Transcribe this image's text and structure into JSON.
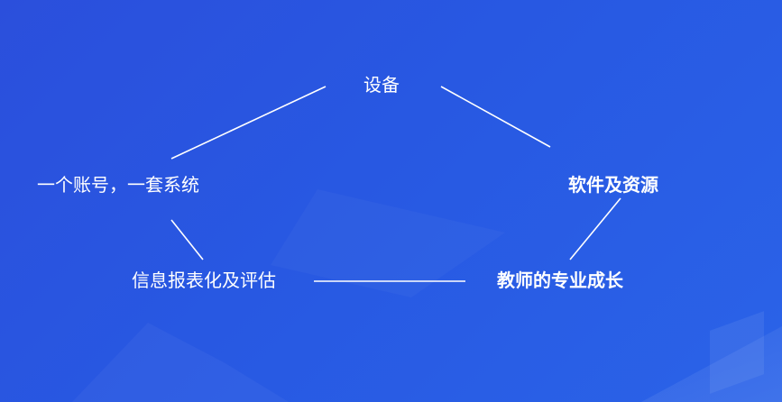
{
  "diagram": {
    "nodes": {
      "equipment": "设备",
      "account": "一个账号，一套系统",
      "software": "软件及资源",
      "reporting": "信息报表化及评估",
      "growth": "教师的专业成长"
    }
  },
  "colors": {
    "background_start": "#2b4fdc",
    "background_end": "#2a63e8",
    "text": "#ffffff",
    "line": "#ffffff"
  }
}
